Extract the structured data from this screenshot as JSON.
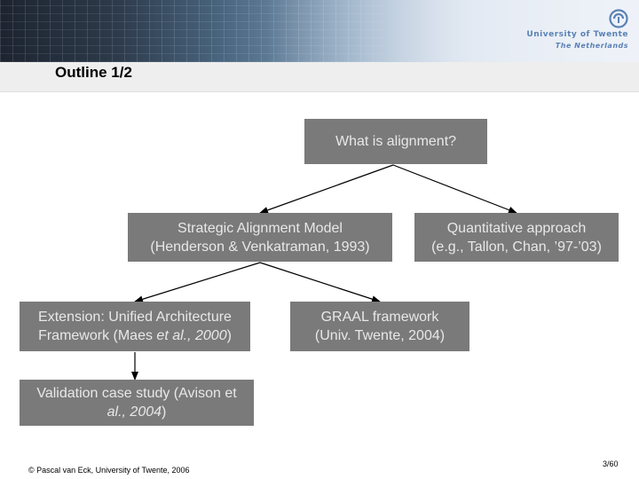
{
  "header": {
    "university": "University of Twente",
    "country": "The Netherlands"
  },
  "title": "Outline 1/2",
  "boxes": {
    "root": {
      "lines": [
        "What is alignment?"
      ]
    },
    "sam": {
      "lines": [
        "Strategic Alignment Model",
        "(Henderson & Venkatraman, 1993)"
      ]
    },
    "quant": {
      "lines": [
        "Quantitative approach",
        "(e.g., Tallon, Chan, ’97-’03)"
      ]
    },
    "extension": {
      "line1": "Extension: Unified Architecture",
      "line2_pre": "Framework (Maes ",
      "line2_italic": "et al., 2000",
      "line2_post": ")"
    },
    "graal": {
      "lines": [
        "GRAAL framework",
        "(Univ. Twente, 2004)"
      ]
    },
    "validation": {
      "line1": "Validation case study (Avison et",
      "line2_italic": "al., 2004",
      "line2_post": ")"
    }
  },
  "footer": {
    "copyright": "© Pascal van Eck, University of Twente, 2006",
    "page": "3/60"
  }
}
